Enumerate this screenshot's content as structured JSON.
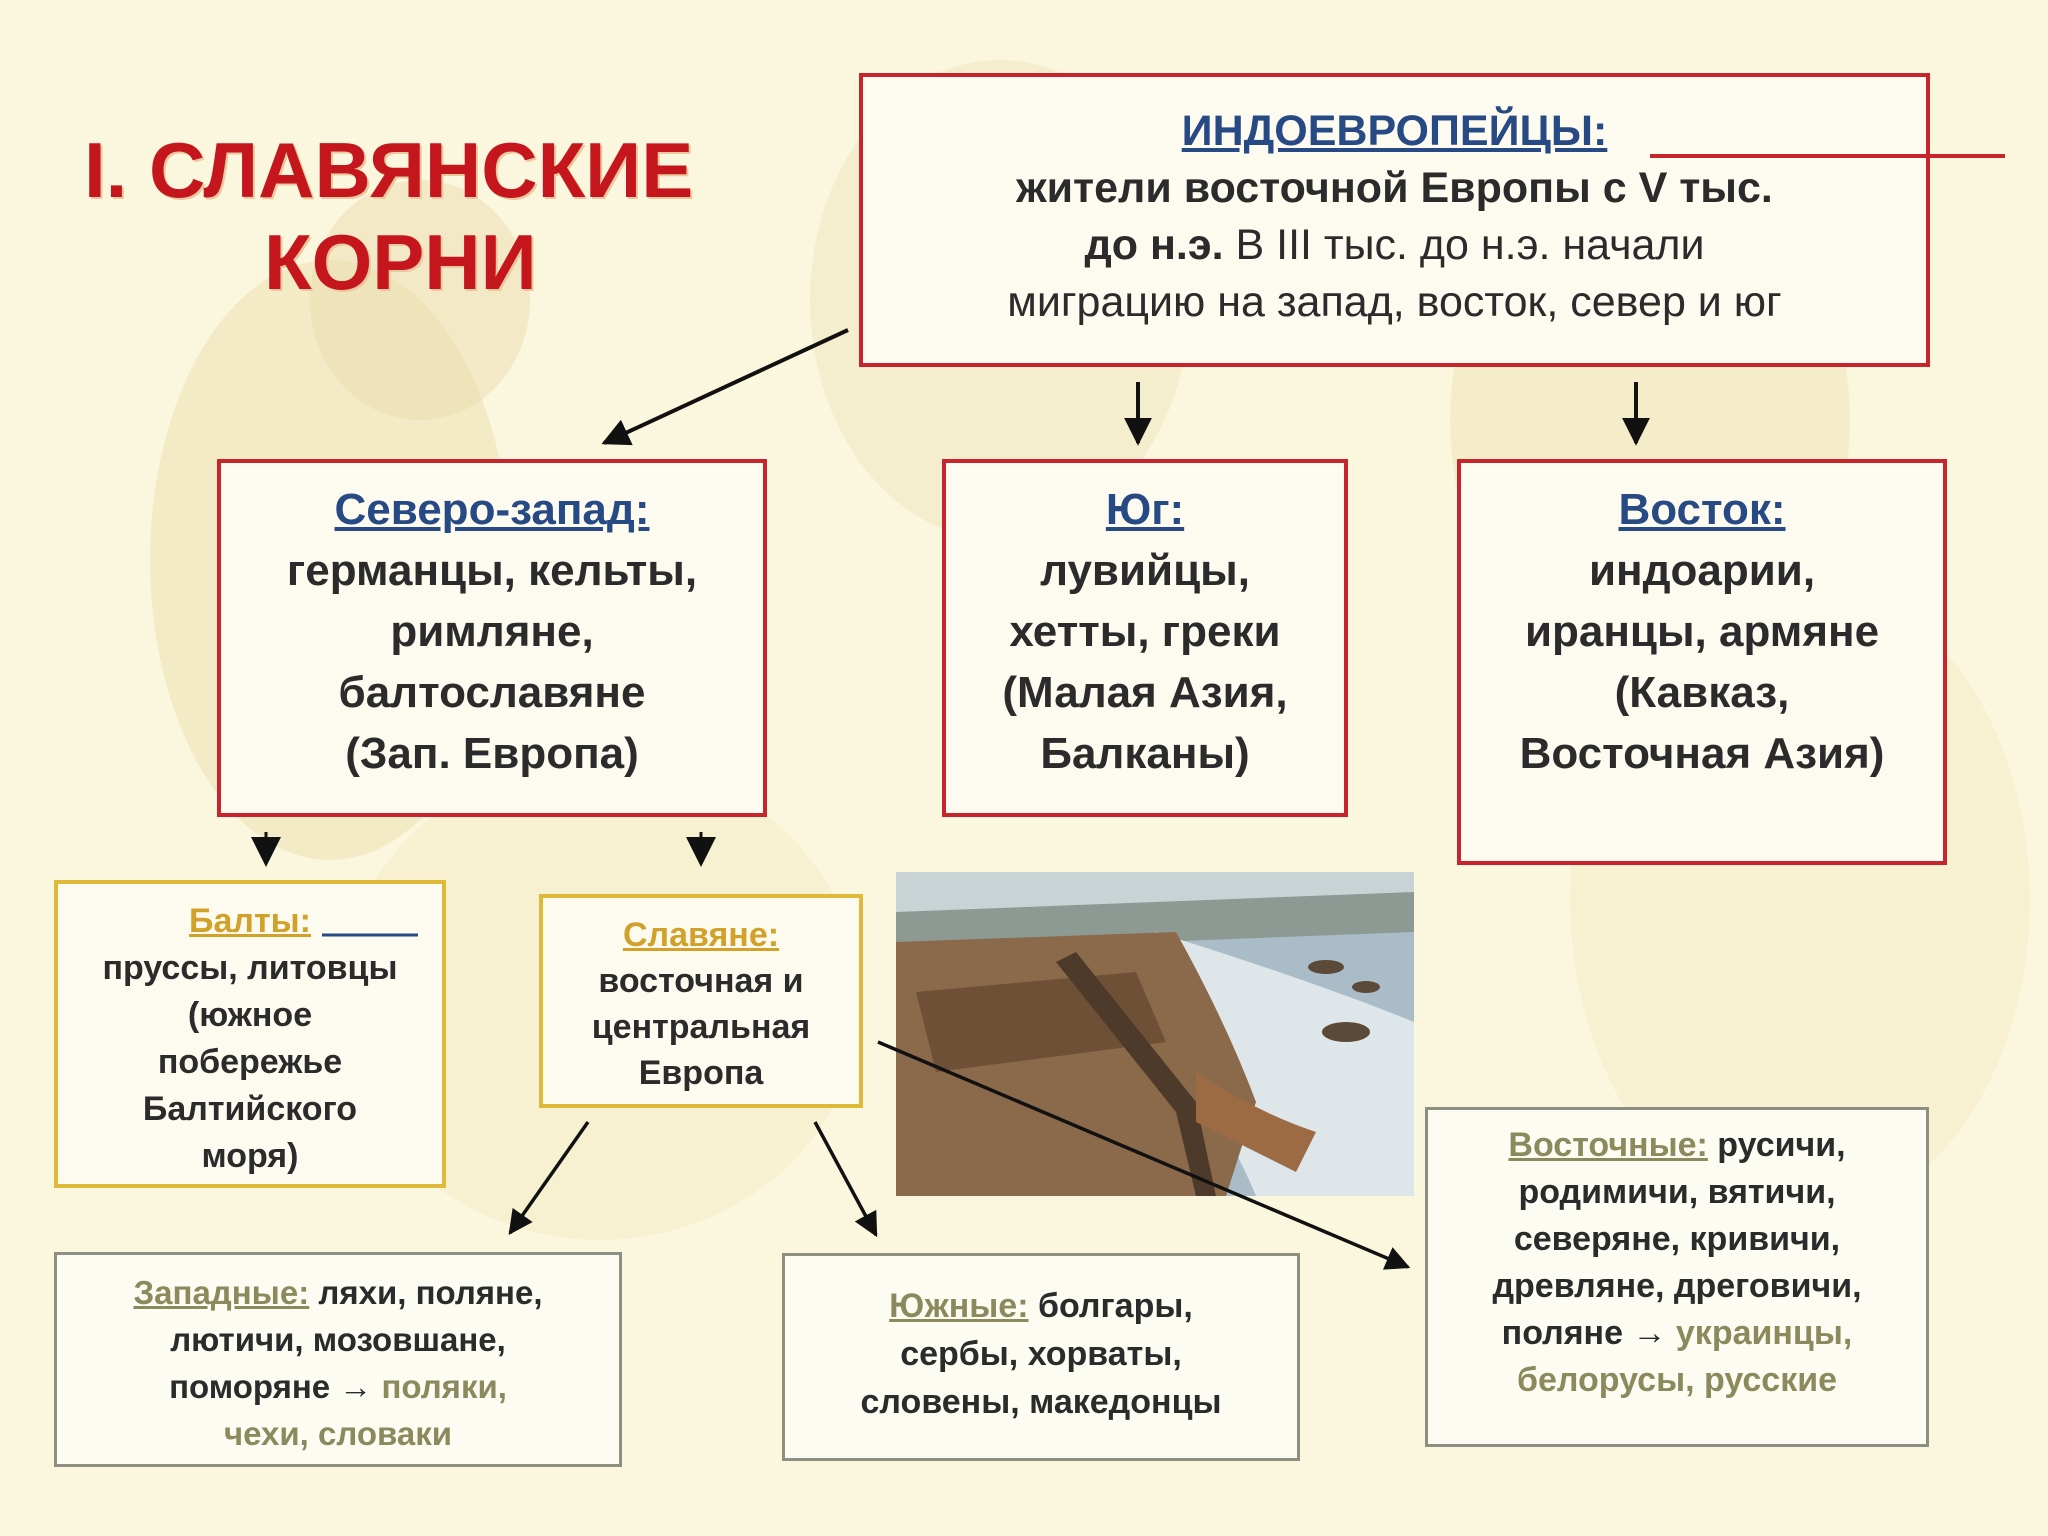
{
  "title": {
    "line1": "I. СЛАВЯНСКИЕ",
    "line2": "КОРНИ"
  },
  "top": {
    "heading": "ИНДОЕВРОПЕЙЦЫ:",
    "line1": "жители восточной Европы с V тыс.",
    "line2_bold": "до н.э.",
    "line2_rest": " В III тыс. до н.э. начали",
    "line3": "миграцию на запад, восток, север и юг"
  },
  "northwest": {
    "heading": "Северо-запад:",
    "lines": [
      "германцы, кельты,",
      "римляне,",
      "балтославяне",
      "(Зап. Европа)"
    ]
  },
  "south": {
    "heading": "Юг:",
    "lines": [
      "лувийцы,",
      "хетты, греки",
      "(Малая Азия,",
      "Балканы)"
    ]
  },
  "east": {
    "heading": "Восток:",
    "lines": [
      "индоарии,",
      "иранцы, армяне",
      "(Кавказ,",
      "Восточная Азия)"
    ]
  },
  "balts": {
    "heading": "Балты:",
    "lines": [
      "пруссы, литовцы",
      "(южное",
      "побережье",
      "Балтийского",
      "моря)"
    ]
  },
  "slavs": {
    "heading": "Славяне:",
    "lines": [
      "восточная и",
      "центральная",
      "Европа"
    ]
  },
  "western": {
    "heading": "Западные:",
    "line1_rest": " ляхи, поляне,",
    "line2": "лютичи, мозовшане,",
    "line3_start": "поморяне → ",
    "line3_hl": "поляки,",
    "line4": "чехи, словаки"
  },
  "southern": {
    "heading": "Южные:",
    "line1_rest": " болгары,",
    "line2": "сербы, хорваты,",
    "line3": "словены, македонцы"
  },
  "eastern": {
    "heading": "Восточные:",
    "line1_rest": " русичи,",
    "line2": "родимичи, вятичи,",
    "line3": "северяне, кривичи,",
    "line4": "древляне, дреговичи,",
    "line5_start": "поляне → ",
    "line5_hl": "украинцы,",
    "line6": "белорусы, русские"
  },
  "colors": {
    "title": "#c5161d",
    "border_red": "#c8242e",
    "border_gold": "#e0b83a",
    "heading_blue": "#274a84",
    "heading_gold": "#d1a12a",
    "olive": "#8b8a5c"
  }
}
